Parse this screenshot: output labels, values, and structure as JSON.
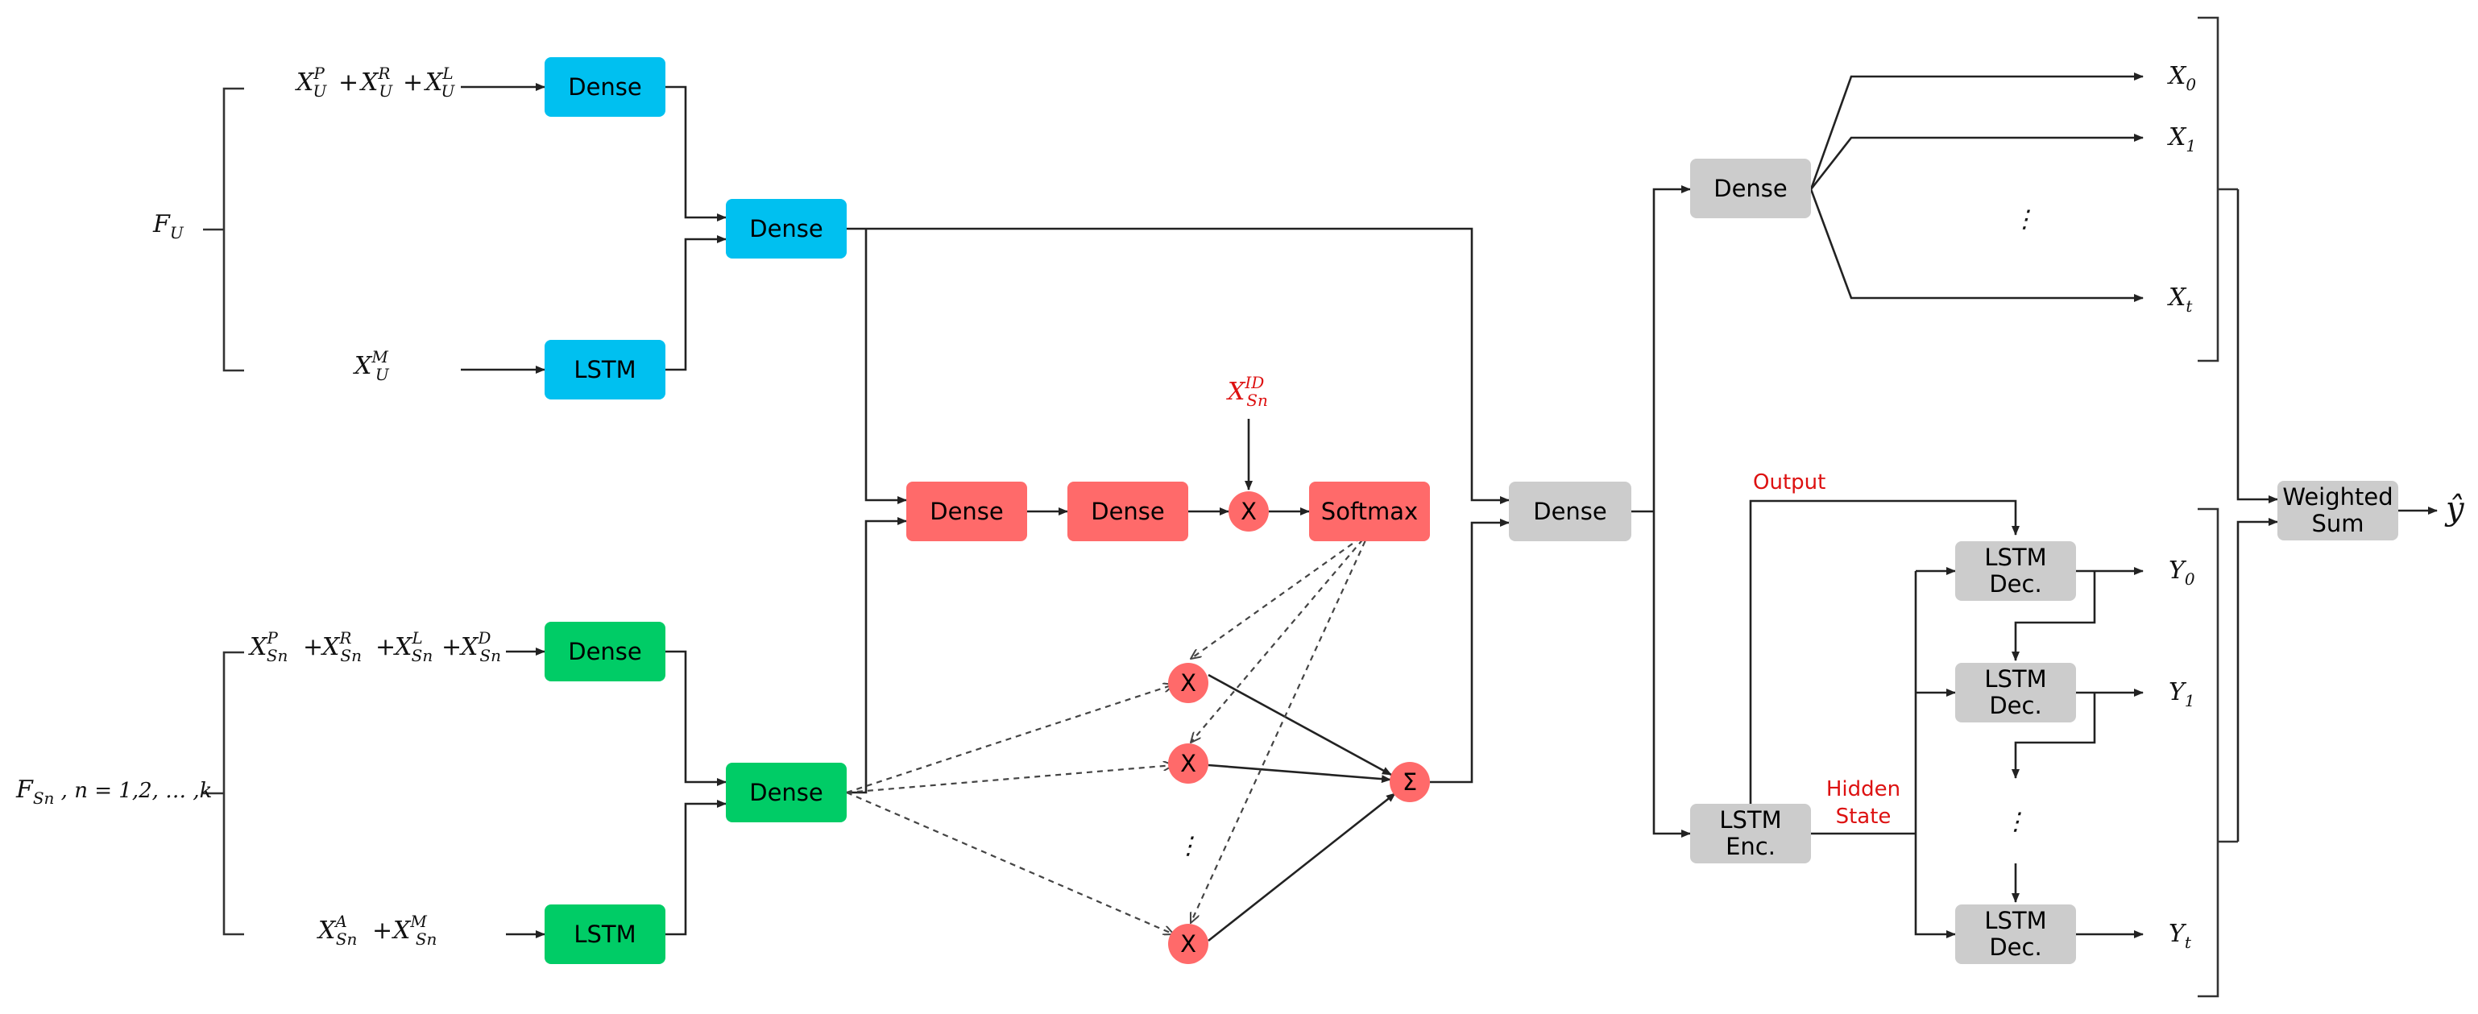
{
  "colors": {
    "user": "#00C0F0",
    "service": "#00CC66",
    "attention": "#FF6A6A",
    "output": "#CCCCCC",
    "annotation": "#DD1111"
  },
  "nodes": {
    "dense_u1": "Dense",
    "lstm_u": "LSTM",
    "dense_u2": "Dense",
    "dense_s1": "Dense",
    "lstm_s": "LSTM",
    "dense_s2": "Dense",
    "att_dense1": "Dense",
    "att_dense2": "Dense",
    "att_mult": "X",
    "softmax": "Softmax",
    "mult_1": "X",
    "mult_2": "X",
    "mult_k": "X",
    "sum": "Σ",
    "dense_merge": "Dense",
    "dense_out": "Dense",
    "lstm_enc_1": "LSTM",
    "lstm_enc_2": "Enc.",
    "lstm_dec0_1": "LSTM",
    "lstm_dec0_2": "Dec.",
    "lstm_dec1_1": "LSTM",
    "lstm_dec1_2": "Dec.",
    "lstm_dect_1": "LSTM",
    "lstm_dect_2": "Dec.",
    "weighted_1": "Weighted",
    "weighted_2": "Sum"
  },
  "labels": {
    "fu": {
      "base": "F",
      "sub": "U"
    },
    "fsn": {
      "base": "F",
      "sub": "Sn",
      "rest": " , n = 1,2, … ,k"
    },
    "xu_prl": [
      {
        "base": "X",
        "sub": "U",
        "sup": "P"
      },
      {
        "base": "X",
        "sub": "U",
        "sup": "R"
      },
      {
        "base": "X",
        "sub": "U",
        "sup": "L"
      }
    ],
    "xu_m": {
      "base": "X",
      "sub": "U",
      "sup": "M"
    },
    "xs_prld": [
      {
        "base": "X",
        "sub": "Sn",
        "sup": "P"
      },
      {
        "base": "X",
        "sub": "Sn",
        "sup": "R"
      },
      {
        "base": "X",
        "sub": "Sn",
        "sup": "L"
      },
      {
        "base": "X",
        "sub": "Sn",
        "sup": "D"
      }
    ],
    "xs_am": [
      {
        "base": "X",
        "sub": "Sn",
        "sup": "A"
      },
      {
        "base": "X",
        "sub": "Sn",
        "sup": "M"
      }
    ],
    "xs_id": {
      "base": "X",
      "sub": "Sn",
      "sup": "ID"
    },
    "plus": "+",
    "x0": {
      "base": "X",
      "sub": "0"
    },
    "x1": {
      "base": "X",
      "sub": "1"
    },
    "xt": {
      "base": "X",
      "sub": "t"
    },
    "y0": {
      "base": "Y",
      "sub": "0"
    },
    "y1": {
      "base": "Y",
      "sub": "1"
    },
    "yt": {
      "base": "Y",
      "sub": "t"
    },
    "yhat": "ŷ",
    "vdots": "⋮",
    "output": "Output",
    "hidden_1": "Hidden",
    "hidden_2": "State"
  }
}
